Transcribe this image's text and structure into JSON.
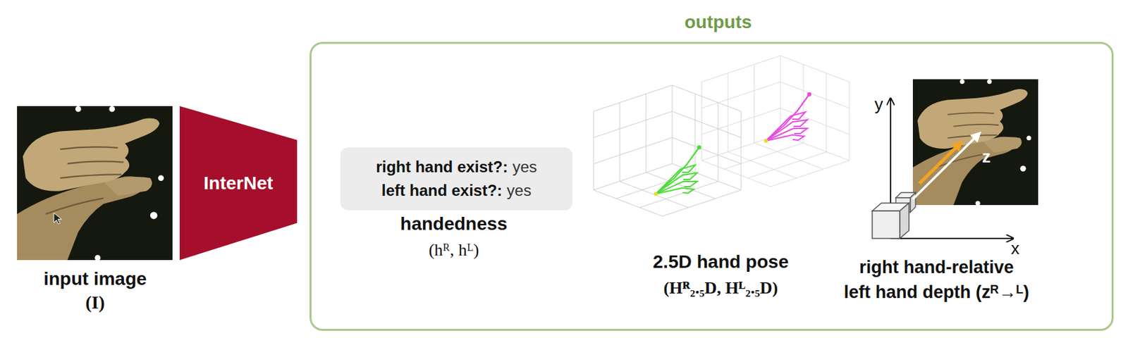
{
  "diagram": {
    "nodes": [
      {
        "text": [
          "outputs"
        ]
      },
      {
        "text": [
          "InterNet"
        ]
      },
      {
        "text": [
          "right hand exist?:",
          "yes",
          "left hand exist?:",
          "yes"
        ],
        "in": 0
      }
    ],
    "labels": [
      "input image",
      "(I)",
      "handedness",
      "(hᴿ, hᴸ)",
      "2.5D hand pose",
      "(Hᴿ₂.₅D, Hᴸ₂.₅D)",
      "y",
      "x",
      "z",
      "right hand-relative",
      "left hand depth (zᴿ→ᴸ)"
    ]
  }
}
